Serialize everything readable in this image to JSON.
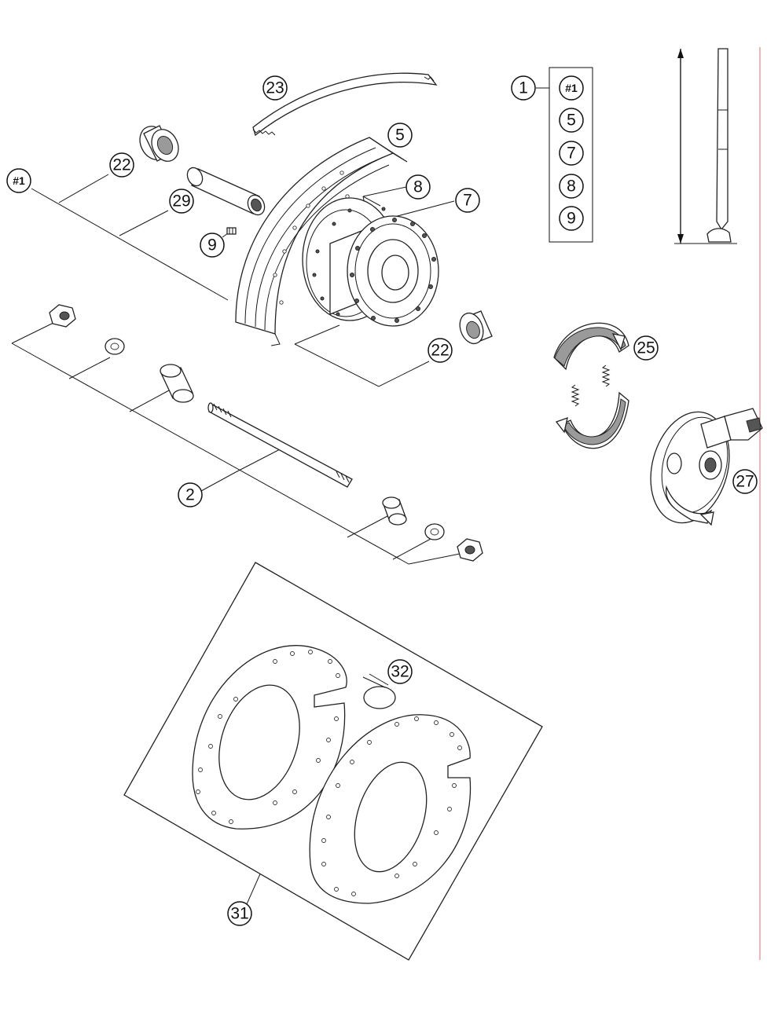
{
  "callouts": {
    "c23": "23",
    "c5": "5",
    "c1": "1",
    "c22a": "22",
    "c1ref": "#1",
    "c29": "29",
    "c8": "8",
    "c7": "7",
    "c9": "9",
    "c22b": "22",
    "c25": "25",
    "c27": "27",
    "c2": "2",
    "c32": "32",
    "c31": "31"
  },
  "kit_box": {
    "items": [
      "#1",
      "5",
      "7",
      "8",
      "9"
    ]
  },
  "colors": {
    "line": "#1a1a1a",
    "margin_rule": "#e8a0a0"
  }
}
